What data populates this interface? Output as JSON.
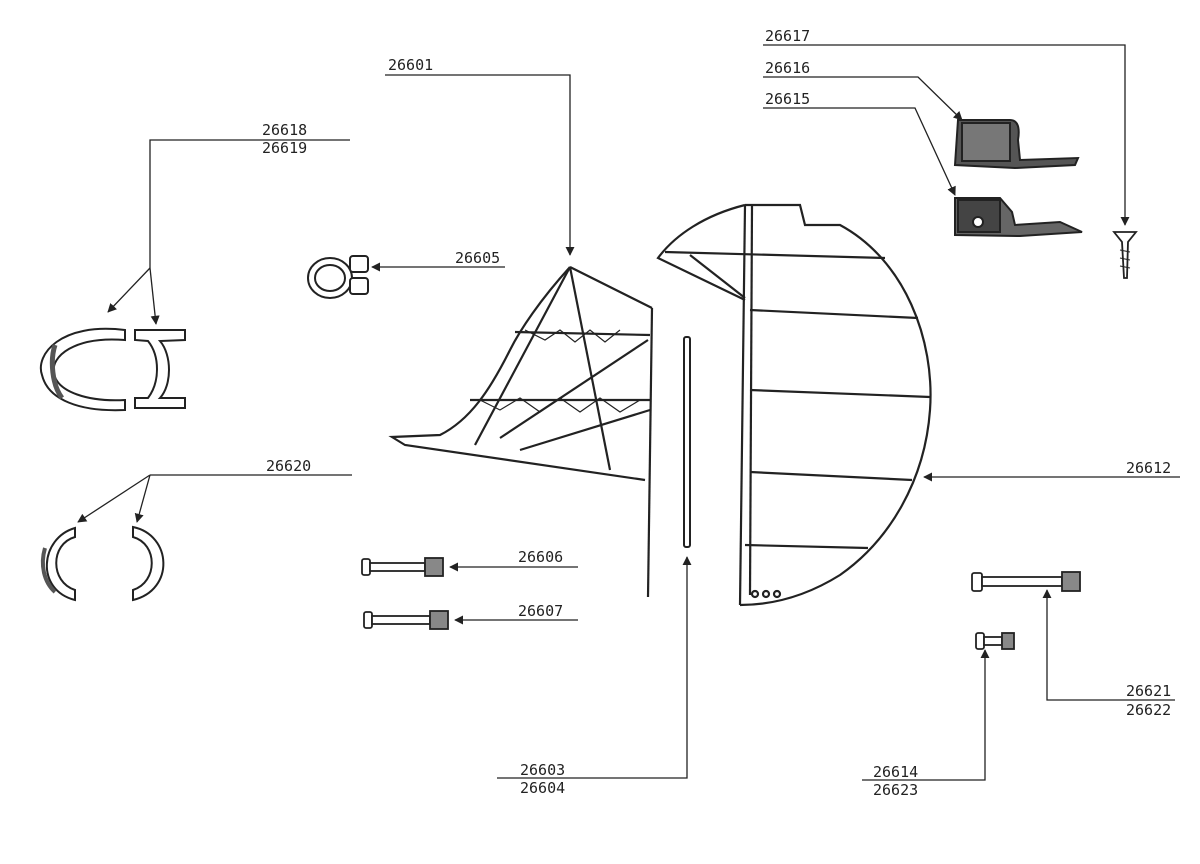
{
  "labels": {
    "p26601": "26601",
    "p26603": "26603",
    "p26604": "26604",
    "p26605": "26605",
    "p26606": "26606",
    "p26607": "26607",
    "p26612": "26612",
    "p26614": "26614",
    "p26615": "26615",
    "p26616": "26616",
    "p26617": "26617",
    "p26618": "26618",
    "p26619": "26619",
    "p26620": "26620",
    "p26621": "26621",
    "p26622": "26622",
    "p26623": "26623"
  },
  "colors": {
    "ink": "#222222",
    "paper": "#ffffff",
    "shade": "#555555"
  }
}
